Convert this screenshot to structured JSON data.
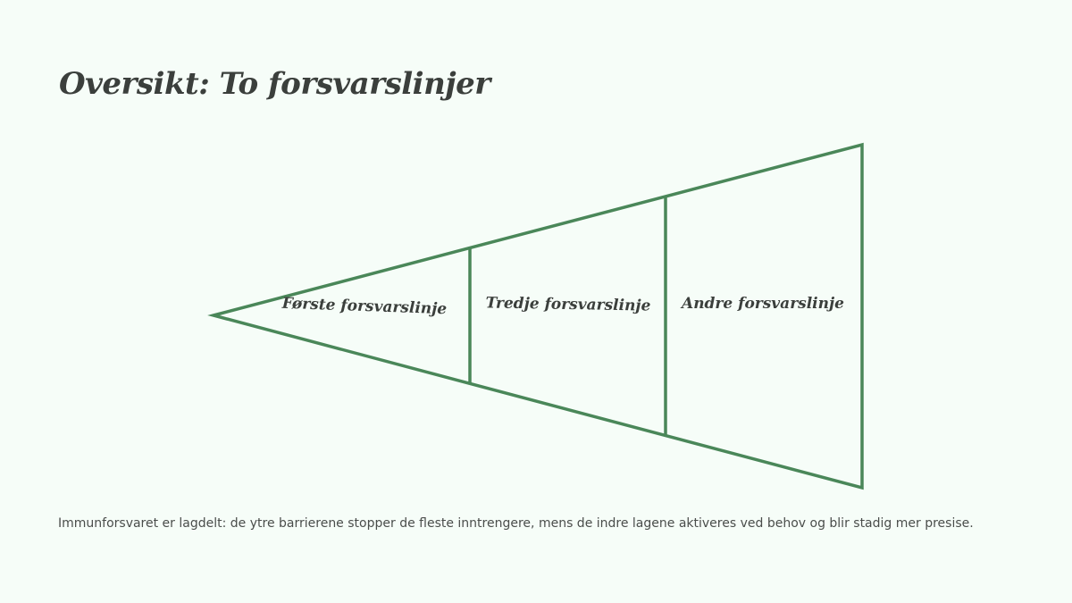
{
  "title": "Oversikt: To forsvarslinjer",
  "diagram": {
    "segments": [
      {
        "label": "Første forsvarslinje"
      },
      {
        "label": "Tredje forsvarslinje"
      },
      {
        "label": "Andre forsvarslinje"
      }
    ],
    "line_color": "#4a8759"
  },
  "caption": "Immunforsvaret er lagdelt: de ytre barrierene stopper de fleste inntrengere, mens de indre lagene aktiveres ved behov og blir stadig mer presise."
}
